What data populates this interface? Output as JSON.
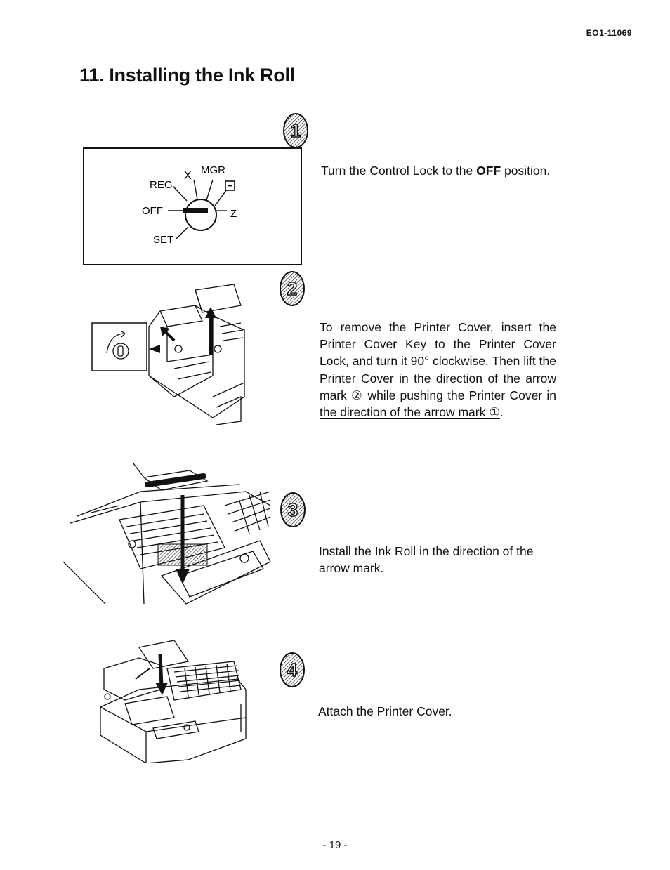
{
  "header": {
    "doc_id": "EO1-11069"
  },
  "section": {
    "title": "11. Installing the Ink Roll"
  },
  "lock_diagram": {
    "labels": {
      "reg": "REG",
      "x": "X",
      "mgr": "MGR",
      "off": "OFF",
      "z": "Z",
      "set": "SET"
    }
  },
  "steps": [
    {
      "number": "1",
      "text_before": "Turn the Control Lock to the ",
      "text_bold": "OFF",
      "text_after": " position."
    },
    {
      "number": "2",
      "text_plain": "To remove the Printer Cover, insert the Printer Cover Key to the Printer Cover Lock, and turn it 90° clockwise. Then lift the Printer Cover in the direction of the arrow mark ② ",
      "text_underlined": "while pushing the Printer Cover in the direction of the arrow mark ①",
      "text_end": "."
    },
    {
      "number": "3",
      "text": "Install the Ink Roll in the direction of the arrow mark."
    },
    {
      "number": "4",
      "text": "Attach the Printer Cover."
    }
  ],
  "footer": {
    "page_number": "- 19 -"
  }
}
